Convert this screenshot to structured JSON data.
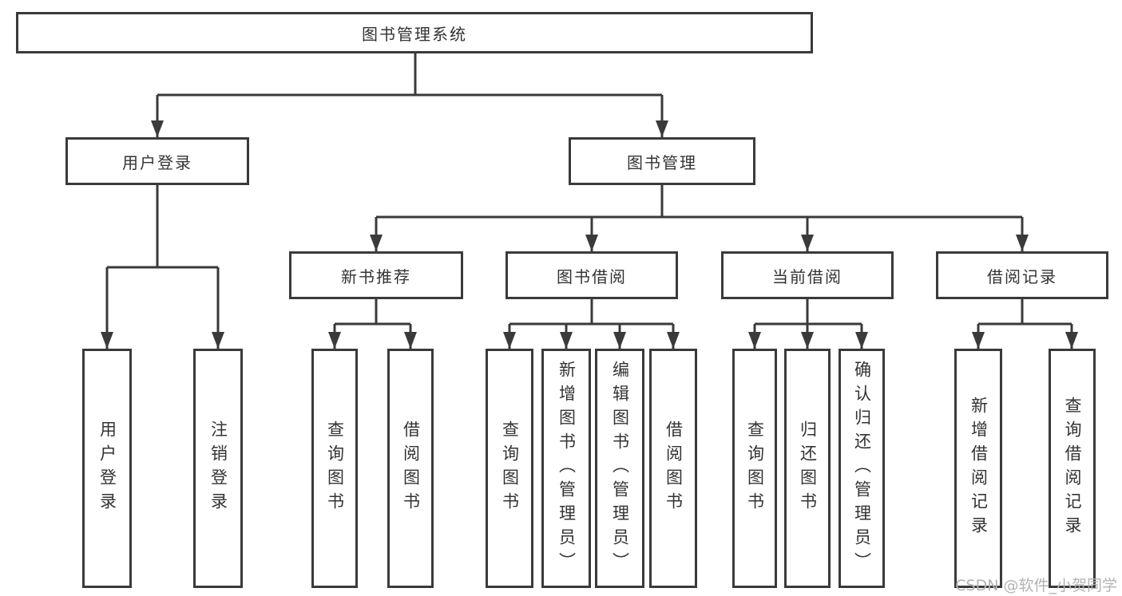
{
  "nodes": {
    "root": {
      "label": "图书管理系统"
    },
    "level2": [
      {
        "label": "用户登录"
      },
      {
        "label": "图书管理"
      }
    ],
    "level3": [
      {
        "label": "新书推荐"
      },
      {
        "label": "图书借阅"
      },
      {
        "label": "当前借阅"
      },
      {
        "label": "借阅记录"
      }
    ],
    "leaves": [
      {
        "label": "用户登录"
      },
      {
        "label": "注销登录"
      },
      {
        "label": "查询图书"
      },
      {
        "label": "借阅图书"
      },
      {
        "label": "查询图书"
      },
      {
        "label": "新增图书（管理员）"
      },
      {
        "label": "编辑图书（管理员）"
      },
      {
        "label": "借阅图书"
      },
      {
        "label": "查询图书"
      },
      {
        "label": "归还图书"
      },
      {
        "label": "确认归还（管理员）"
      },
      {
        "label": "新增借阅记录"
      },
      {
        "label": "查询借阅记录"
      }
    ]
  },
  "watermark": {
    "text": "CSDN @软件_小贺同学"
  },
  "colors": {
    "line": "#3a3a3a",
    "text": "#333333",
    "background": "#ffffff",
    "watermark": "#b3b3b3"
  }
}
